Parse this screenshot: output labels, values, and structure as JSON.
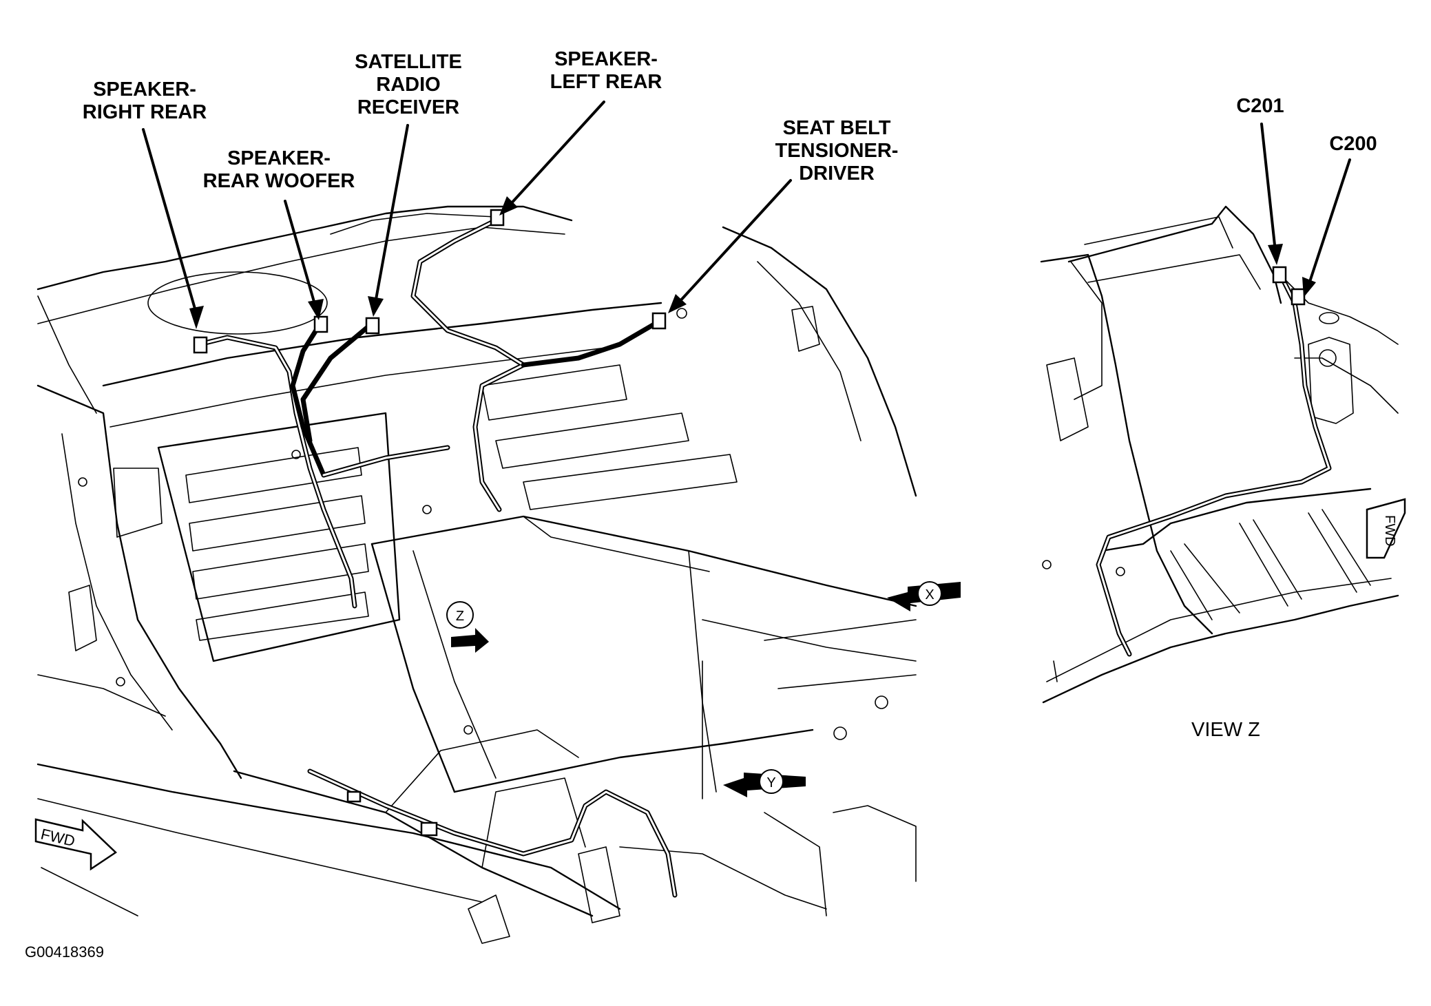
{
  "callouts": {
    "speaker_right_rear": [
      "SPEAKER-",
      "RIGHT REAR"
    ],
    "speaker_rear_woofer": [
      "SPEAKER-",
      "REAR WOOFER"
    ],
    "satellite_radio_receiver": [
      "SATELLITE",
      "RADIO",
      "RECEIVER"
    ],
    "speaker_left_rear": [
      "SPEAKER-",
      "LEFT REAR"
    ],
    "seat_belt_tensioner_driver": [
      "SEAT BELT",
      "TENSIONER-",
      "DRIVER"
    ],
    "connector_c201": "C201",
    "connector_c200": "C200"
  },
  "view_markers": {
    "x": "X",
    "y": "Y",
    "z": "Z"
  },
  "fwd_label": "FWD",
  "view_title": "VIEW Z",
  "figure_id": "G00418369"
}
